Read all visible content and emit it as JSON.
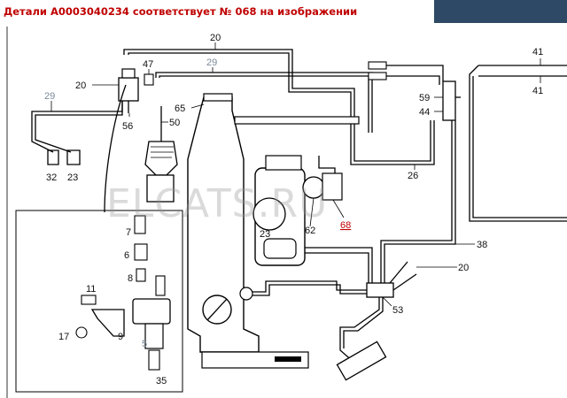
{
  "header": {
    "title": "Детали A0003040234 соответствует № 068 на изображении",
    "accent_color": "#c00000",
    "panel_color": "#2e4966"
  },
  "watermark": "ELCATS.RU",
  "callouts": {
    "c20_top": "20",
    "c20_left": "20",
    "c20_right": "20",
    "c47": "47",
    "c29_top": "29",
    "c29_left": "29",
    "c65": "65",
    "c50": "50",
    "c56": "56",
    "c32": "32",
    "c23_left": "23",
    "c23_mid": "23",
    "c26": "26",
    "c41_a": "41",
    "c41_b": "41",
    "c59": "59",
    "c44": "44",
    "c62": "62",
    "c68": "68",
    "c38": "38",
    "c53": "53",
    "c7": "7",
    "c6": "6",
    "c8": "8",
    "c11": "11",
    "c17": "17",
    "c9": "9",
    "c5": "5",
    "c35": "35"
  }
}
